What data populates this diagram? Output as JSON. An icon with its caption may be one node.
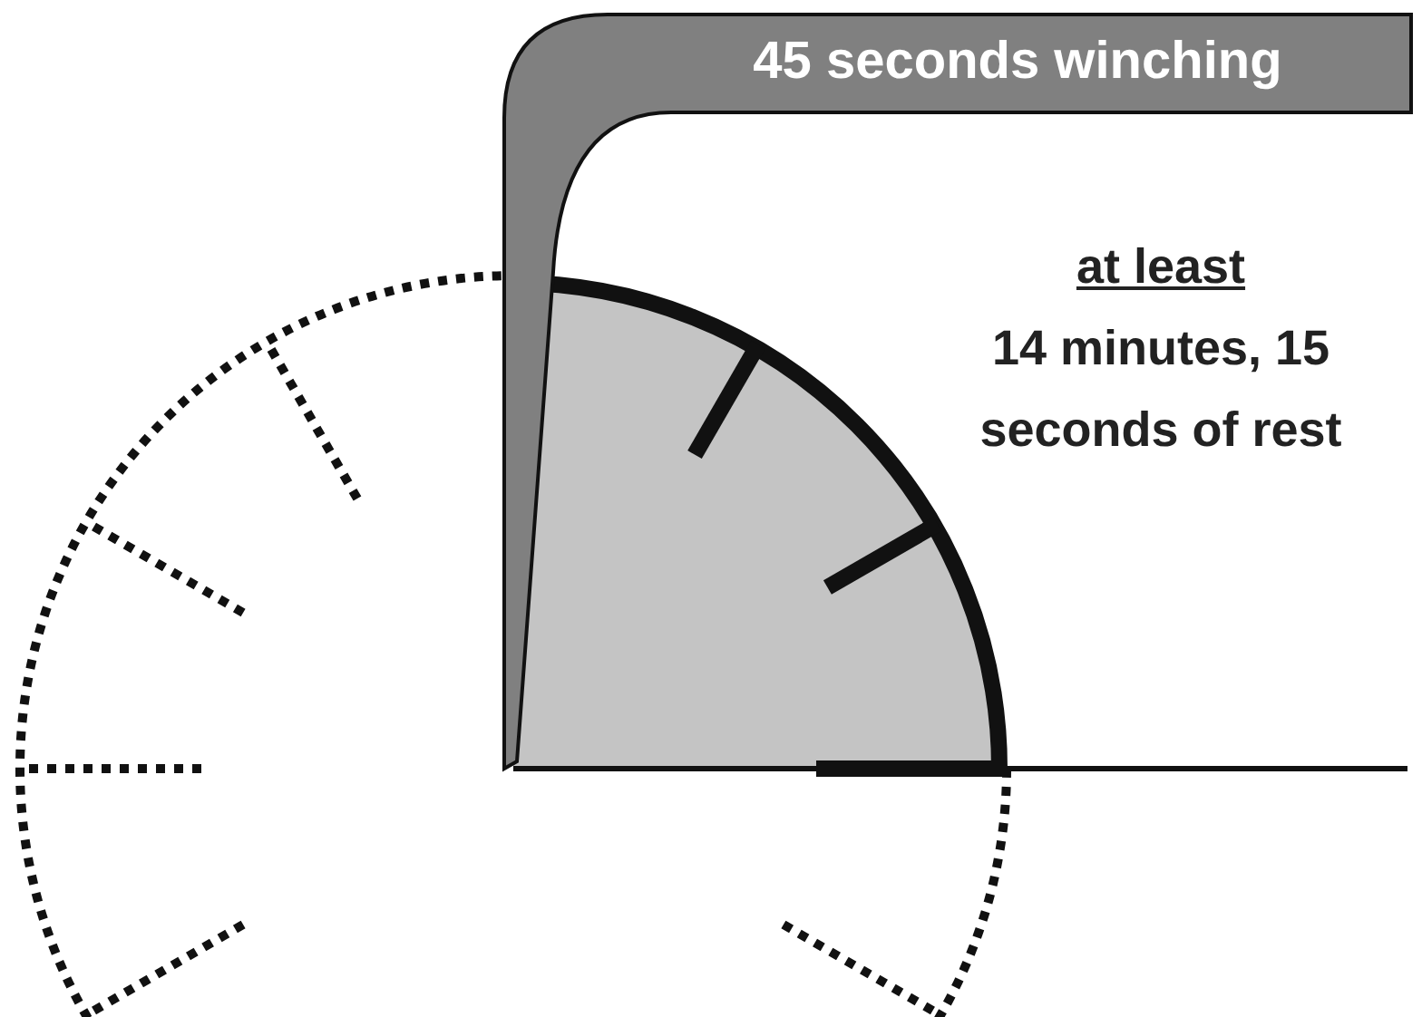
{
  "diagram": {
    "nodes": [
      {
        "text": [
          "45 seconds winching"
        ]
      }
    ],
    "labels": [
      "at least",
      "14 minutes, 15 seconds of rest"
    ]
  }
}
